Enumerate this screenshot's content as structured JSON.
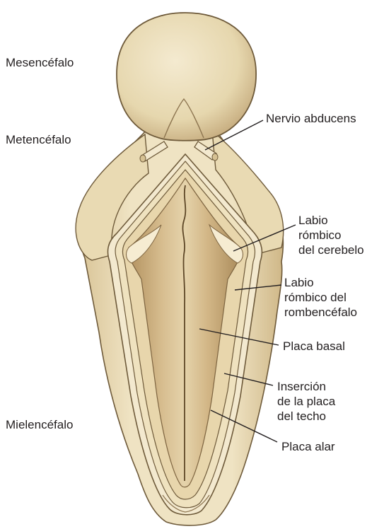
{
  "labels": {
    "mesencefalo": "Mesencéfalo",
    "metencefalo": "Metencéfalo",
    "mielencefalo": "Mielencéfalo",
    "nervio_abducens": "Nervio abducens",
    "labio_cerebelo": "Labio\nrómbico\ndel cerebelo",
    "labio_rombencefalo": "Labio\nrómbico del\nrombencéfalo",
    "placa_basal": "Placa basal",
    "insercion": "Inserción\nde la placa\ndel techo",
    "placa_alar": "Placa alar"
  },
  "colors": {
    "tissue": "#ede0bd",
    "tissue_shadow": "#cdb387",
    "floor": "#c9aa79",
    "floor_dark": "#a98a5c",
    "outline": "#6e5a3a",
    "leader": "#231f20"
  }
}
